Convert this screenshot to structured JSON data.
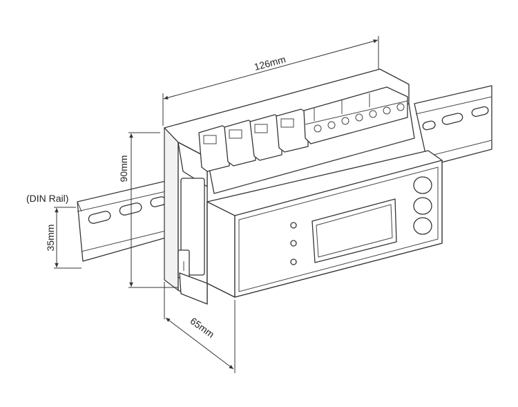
{
  "labels": {
    "width_dim": "126mm",
    "height_dim": "90mm",
    "depth_dim": "65mm",
    "rail_dim": "35mm",
    "rail_label": "(DIN Rail)"
  }
}
